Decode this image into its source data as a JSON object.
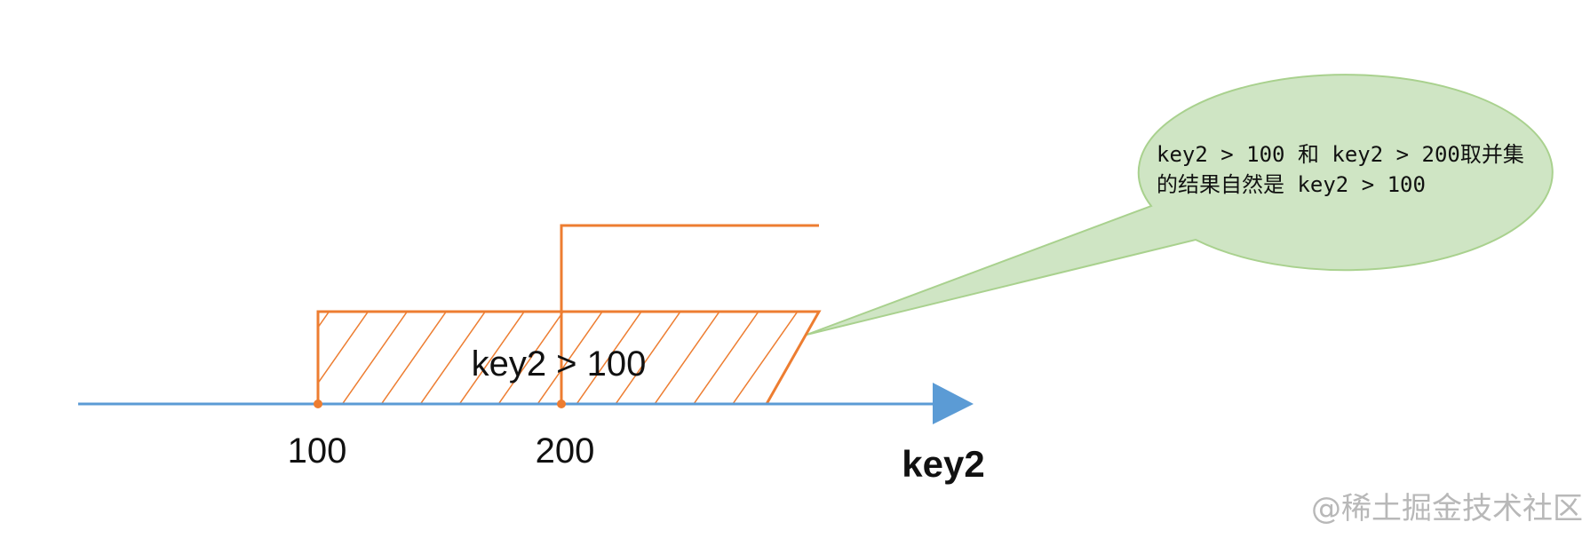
{
  "axis": {
    "label": "key2",
    "ticks": [
      "100",
      "200"
    ]
  },
  "range": {
    "label": "key2 > 100"
  },
  "callout": {
    "line1": "key2 > 100 和 key2 > 200取并集",
    "line2": "的结果自然是 key2 > 100"
  },
  "watermark": "@稀土掘金技术社区",
  "colors": {
    "axis": "#5b9bd5",
    "range": "#ed7d31",
    "callout_fill": "#cfe5c4",
    "callout_stroke": "#a9d18e"
  }
}
